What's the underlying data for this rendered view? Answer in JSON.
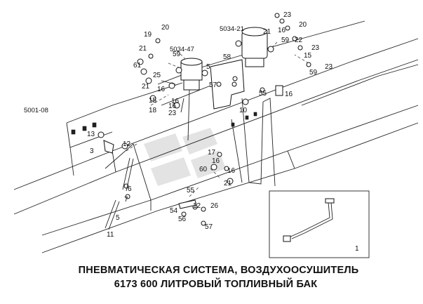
{
  "title_line1": "ПНЕВМАТИЧЕСКАЯ СИСТЕМА, ВОЗДУХООСУШИТЕЛЬ",
  "title_line2": "6173  600 ЛИТРОВЫЙ ТОПЛИВНЫЙ БАК",
  "references": {
    "r5001": "5001-08",
    "r5034_47": "5034-47",
    "r5034_21": "5034-21"
  },
  "inset_label": "1",
  "callouts": [
    "20",
    "19",
    "21",
    "59",
    "61",
    "25",
    "16",
    "21",
    "15",
    "16",
    "18",
    "23",
    "16",
    "5",
    "58",
    "57",
    "55",
    "10",
    "16",
    "23",
    "20",
    "21",
    "16",
    "59",
    "22",
    "15",
    "59",
    "23",
    "23",
    "13",
    "12",
    "3",
    "6",
    "7",
    "5",
    "11",
    "17",
    "16",
    "60",
    "16",
    "21",
    "55",
    "26",
    "54",
    "56",
    "57",
    "12"
  ]
}
